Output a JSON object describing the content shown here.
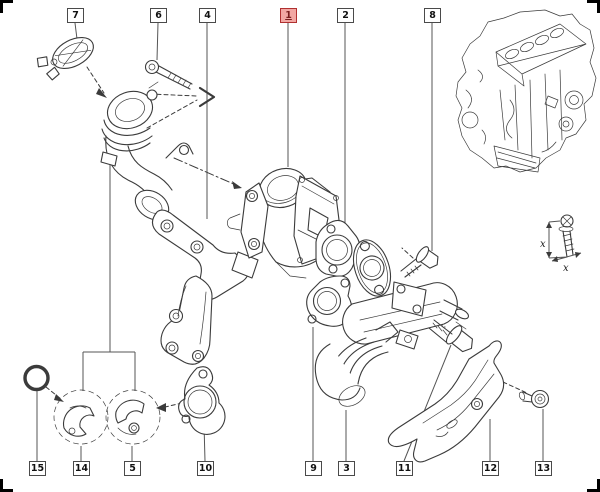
{
  "diagram": {
    "description": "Exploded parts diagram of an EGR valve, EGR cooler, gaskets, mounting bracket, elbow pipe, clamps, bolts and heat shield, with numbered callout boxes and an engine reference view",
    "line_color": "#3b3b3b",
    "background": "#ffffff",
    "highlight": {
      "fill": "#f2a7a3",
      "border": "#b03030",
      "text": "#7a1f1f"
    }
  },
  "callouts": {
    "p1": {
      "label": "1",
      "highlighted": true
    },
    "p2": {
      "label": "2",
      "highlighted": false
    },
    "p3": {
      "label": "3",
      "highlighted": false
    },
    "p4": {
      "label": "4",
      "highlighted": false
    },
    "p5": {
      "label": "5",
      "highlighted": false
    },
    "p6": {
      "label": "6",
      "highlighted": false
    },
    "p7": {
      "label": "7",
      "highlighted": false
    },
    "p8": {
      "label": "8",
      "highlighted": false
    },
    "p9": {
      "label": "9",
      "highlighted": false
    },
    "p10": {
      "label": "10",
      "highlighted": false
    },
    "p11": {
      "label": "11",
      "highlighted": false
    },
    "p12": {
      "label": "12",
      "highlighted": false
    },
    "p13": {
      "label": "13",
      "highlighted": false
    },
    "p14": {
      "label": "14",
      "highlighted": false
    },
    "p15": {
      "label": "15",
      "highlighted": false
    }
  },
  "detail_inset": {
    "dimension_label_vertical": "x",
    "dimension_label_horizontal": "x"
  }
}
